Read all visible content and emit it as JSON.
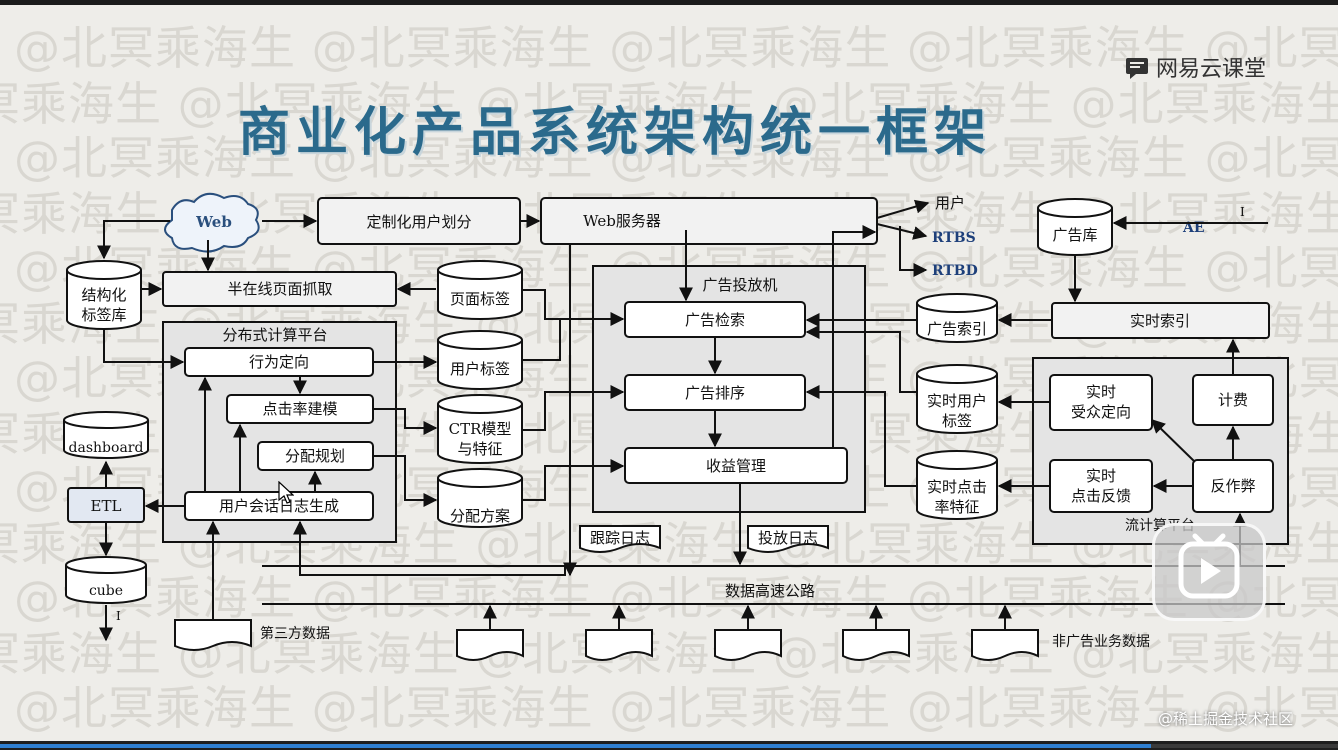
{
  "slide": {
    "title": "商业化产品系统架构统一框架",
    "watermark_text": "@北冥乘海生",
    "logo_text": "网易云课堂",
    "logo_icon": "netease-cloud-classroom-icon",
    "footer_credit": "@稀土掘金技术社区",
    "play_icon": "play-icon",
    "video_progress": 0.86,
    "colors": {
      "title": "#2b6a8c",
      "background": "#eeede9",
      "progress": "#2f7fd1"
    }
  },
  "diagram": {
    "cloud_web": "Web",
    "custom_user_partition": "定制化用户划分",
    "web_server": "Web服务器",
    "out_user": "用户",
    "out_rtbs": "RTBS",
    "out_rtbd": "RTBD",
    "ad_db": "广告库",
    "ae_input": "AE",
    "ae_mark": "I",
    "structured_tag_db_l1": "结构化",
    "structured_tag_db_l2": "标签库",
    "semi_online_crawl": "半在线页面抓取",
    "page_tags": "页面标签",
    "distributed_platform": "分布式计算平台",
    "behavior_targeting": "行为定向",
    "ctr_modeling": "点击率建模",
    "allocation_planning": "分配规划",
    "session_log_gen": "用户会话日志生成",
    "user_tags": "用户标签",
    "ctr_model_l1": "CTR模型",
    "ctr_model_l2": "与特征",
    "allocation_plan": "分配方案",
    "ad_server": "广告投放机",
    "ad_retrieval": "广告检索",
    "ad_ranking": "广告排序",
    "revenue_mgmt": "收益管理",
    "ad_index": "广告索引",
    "realtime_index": "实时索引",
    "rt_user_tags_l1": "实时用户",
    "rt_user_tags_l2": "标签",
    "rt_ctr_features_l1": "实时点击",
    "rt_ctr_features_l2": "率特征",
    "rt_audience_l1": "实时",
    "rt_audience_l2": "受众定向",
    "billing": "计费",
    "rt_click_feedback_l1": "实时",
    "rt_click_feedback_l2": "点击反馈",
    "anti_fraud": "反作弊",
    "stream_computing_platform": "流计算平台",
    "dashboard": "dashboard",
    "etl": "ETL",
    "cube": "cube",
    "cube_mark": "I",
    "tracking_log": "跟踪日志",
    "delivery_log": "投放日志",
    "data_highway": "数据高速公路",
    "third_party_data": "第三方数据",
    "non_ad_business_data": "非广告业务数据"
  }
}
